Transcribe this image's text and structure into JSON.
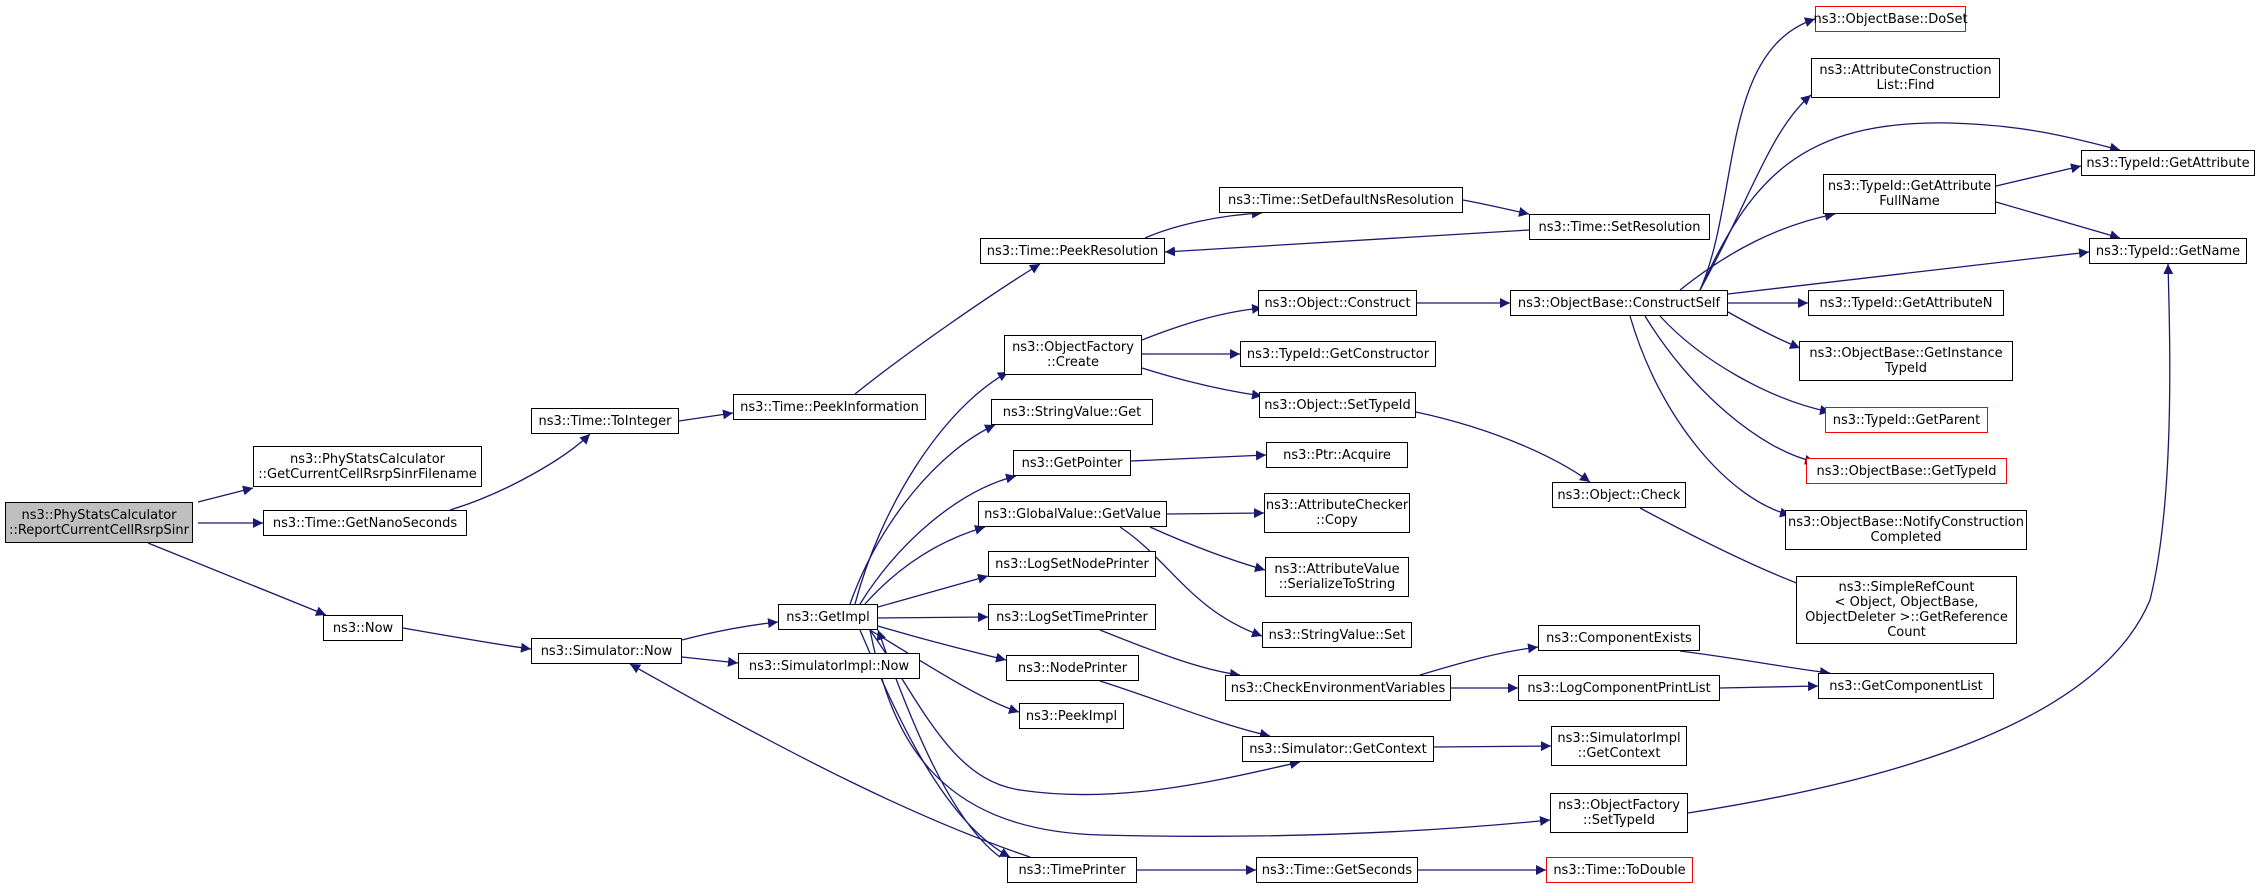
{
  "graph": {
    "colors": {
      "edge": "#191970",
      "node_border": "#000000",
      "node_border_incomplete": "#ff0000",
      "root_fill": "#bfbfbf",
      "node_fill": "#ffffff"
    },
    "nodes": [
      {
        "id": "root",
        "label": "ns3::PhyStatsCalculator\n::ReportCurrentCellRsrpSinr",
        "style": "root"
      },
      {
        "id": "getCurFile",
        "label": "ns3::PhyStatsCalculator\n::GetCurrentCellRsrpSinrFilename"
      },
      {
        "id": "getNano",
        "label": "ns3::Time::GetNanoSeconds"
      },
      {
        "id": "now",
        "label": "ns3::Now"
      },
      {
        "id": "toInteger",
        "label": "ns3::Time::ToInteger"
      },
      {
        "id": "peekInfo",
        "label": "ns3::Time::PeekInformation"
      },
      {
        "id": "peekRes",
        "label": "ns3::Time::PeekResolution"
      },
      {
        "id": "setDefNs",
        "label": "ns3::Time::SetDefaultNsResolution"
      },
      {
        "id": "setRes",
        "label": "ns3::Time::SetResolution"
      },
      {
        "id": "simNow",
        "label": "ns3::Simulator::Now"
      },
      {
        "id": "simImplNow",
        "label": "ns3::SimulatorImpl::Now"
      },
      {
        "id": "getImpl",
        "label": "ns3::GetImpl"
      },
      {
        "id": "ofCreate",
        "label": "ns3::ObjectFactory\n::Create"
      },
      {
        "id": "strGet",
        "label": "ns3::StringValue::Get"
      },
      {
        "id": "getPointer",
        "label": "ns3::GetPointer"
      },
      {
        "id": "gvGetValue",
        "label": "ns3::GlobalValue::GetValue"
      },
      {
        "id": "logNode",
        "label": "ns3::LogSetNodePrinter"
      },
      {
        "id": "logTime",
        "label": "ns3::LogSetTimePrinter"
      },
      {
        "id": "nodePrinter",
        "label": "ns3::NodePrinter"
      },
      {
        "id": "peekImpl",
        "label": "ns3::PeekImpl"
      },
      {
        "id": "timePrinter",
        "label": "ns3::TimePrinter"
      },
      {
        "id": "objConstruct",
        "label": "ns3::Object::Construct"
      },
      {
        "id": "getConstructor",
        "label": "ns3::TypeId::GetConstructor"
      },
      {
        "id": "objSetTypeId",
        "label": "ns3::Object::SetTypeId"
      },
      {
        "id": "ptrAcquire",
        "label": "ns3::Ptr::Acquire"
      },
      {
        "id": "acCopy",
        "label": "ns3::AttributeChecker\n::Copy"
      },
      {
        "id": "avSerialize",
        "label": "ns3::AttributeValue\n::SerializeToString"
      },
      {
        "id": "strSet",
        "label": "ns3::StringValue::Set"
      },
      {
        "id": "checkEnv",
        "label": "ns3::CheckEnvironmentVariables"
      },
      {
        "id": "simGetContext",
        "label": "ns3::Simulator::GetContext"
      },
      {
        "id": "getSeconds",
        "label": "ns3::Time::GetSeconds"
      },
      {
        "id": "toDouble",
        "label": "ns3::Time::ToDouble",
        "style": "red"
      },
      {
        "id": "obConstructSelf",
        "label": "ns3::ObjectBase::ConstructSelf"
      },
      {
        "id": "objCheck",
        "label": "ns3::Object::Check"
      },
      {
        "id": "compExists",
        "label": "ns3::ComponentExists"
      },
      {
        "id": "logCompPrint",
        "label": "ns3::LogComponentPrintList"
      },
      {
        "id": "simImplGetContext",
        "label": "ns3::SimulatorImpl\n::GetContext"
      },
      {
        "id": "ofSetTypeId",
        "label": "ns3::ObjectFactory\n::SetTypeId"
      },
      {
        "id": "obDoSet",
        "label": "ns3::ObjectBase::DoSet",
        "style": "red"
      },
      {
        "id": "aclFind",
        "label": "ns3::AttributeConstruction\nList::Find"
      },
      {
        "id": "tiGetAttrFull",
        "label": "ns3::TypeId::GetAttribute\nFullName"
      },
      {
        "id": "tiGetAttrN",
        "label": "ns3::TypeId::GetAttributeN"
      },
      {
        "id": "obGetInstance",
        "label": "ns3::ObjectBase::GetInstance\nTypeId"
      },
      {
        "id": "tiGetParent",
        "label": "ns3::TypeId::GetParent",
        "style": "red"
      },
      {
        "id": "obGetTypeId",
        "label": "ns3::ObjectBase::GetTypeId",
        "style": "red"
      },
      {
        "id": "obNotify",
        "label": "ns3::ObjectBase::NotifyConstruction\nCompleted"
      },
      {
        "id": "srcGetRef",
        "label": "ns3::SimpleRefCount\n< Object, ObjectBase,\n ObjectDeleter >::GetReference\nCount"
      },
      {
        "id": "getCompList",
        "label": "ns3::GetComponentList"
      },
      {
        "id": "tiGetAttribute",
        "label": "ns3::TypeId::GetAttribute"
      },
      {
        "id": "tiGetName",
        "label": "ns3::TypeId::GetName"
      }
    ]
  }
}
